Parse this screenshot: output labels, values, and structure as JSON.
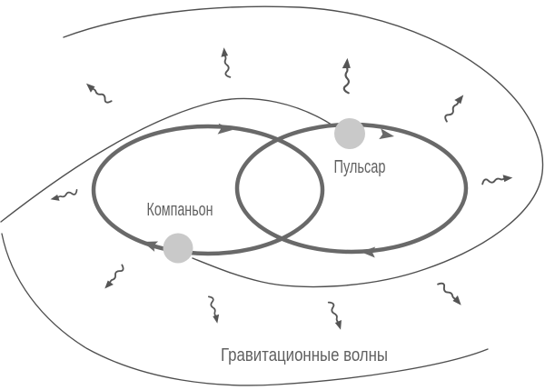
{
  "diagram": {
    "labels": {
      "pulsar": "Пульсар",
      "companion": "Компаньон",
      "gravitational_waves": "Гравитационные волны"
    },
    "colors": {
      "outline": "#4f4f4f",
      "orbit": "#696969",
      "body": "#c9c9c9",
      "text": "#606060",
      "background": "#ffffff"
    },
    "wave_arrow_count": 10,
    "orbit_arrow_count": 4
  }
}
